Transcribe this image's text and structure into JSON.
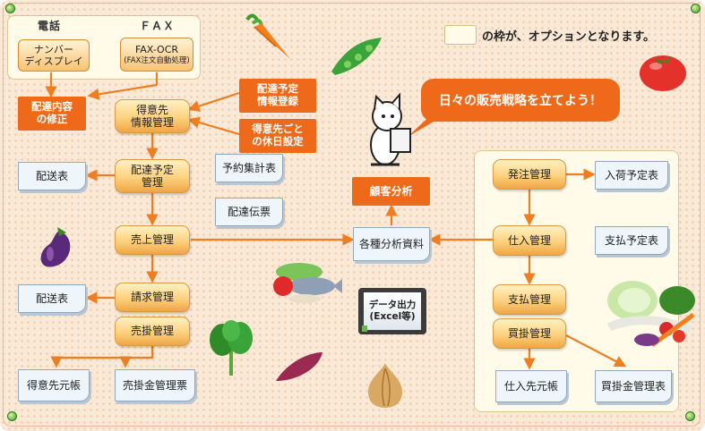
{
  "legend": {
    "text": "の枠が、オプションとなります。"
  },
  "banner": {
    "text": "日々の販売戦略を立てよう！"
  },
  "phone_panel": {
    "label_phone": "電話",
    "label_fax": "ＦＡＸ",
    "number_display": "ナンバー\nディスプレイ",
    "fax_ocr": "FAX-OCR",
    "fax_ocr_sub": "(FAX注文自動処理)"
  },
  "tags": {
    "delivery_fix": "配達内容\nの修正",
    "delivery_schedule_register": "配達予定\n情報登録",
    "customer_holiday": "得意先ごと\nの休日設定",
    "customer_analysis": "顧客分析"
  },
  "left_flow": {
    "customer_mgmt": "得意先\n情報管理",
    "delivery_schedule_mgmt": "配達予定\n管理",
    "sales_mgmt": "売上管理",
    "billing_mgmt": "請求管理",
    "ar_mgmt": "売掛管理"
  },
  "docs": {
    "delivery_sheet_1": "配送表",
    "reservation_summary": "予約集計表",
    "delivery_slip": "配達伝票",
    "delivery_sheet_2": "配送表",
    "customer_ledger": "得意先元帳",
    "ar_report": "売掛金管理票",
    "analysis_docs": "各種分析資料",
    "arrival_schedule": "入荷予定表",
    "payment_schedule": "支払予定表",
    "purchase_ledger": "仕入先元帳",
    "ap_report": "買掛金管理表"
  },
  "right_flow": {
    "order_mgmt": "発注管理",
    "purchase_mgmt": "仕入管理",
    "payment_mgmt": "支払管理",
    "ap_mgmt": "買掛管理"
  },
  "monitor": {
    "data_output": "データ出力\n(Excel等)"
  },
  "colors": {
    "accent": "#ee6a1a",
    "arrow": "#ef7d22",
    "pill_mid": "#fcd17e",
    "panel": "#fffbe8",
    "doc": "#eef5fb"
  },
  "icons": [
    "carrot-icon",
    "peas-icon",
    "tomato-icon",
    "cat-mascot-icon",
    "eggplant-icon",
    "fish-vegetable-icon",
    "greens-icon",
    "sweet-potato-icon",
    "onion-icon",
    "vegetable-basket-icon"
  ]
}
